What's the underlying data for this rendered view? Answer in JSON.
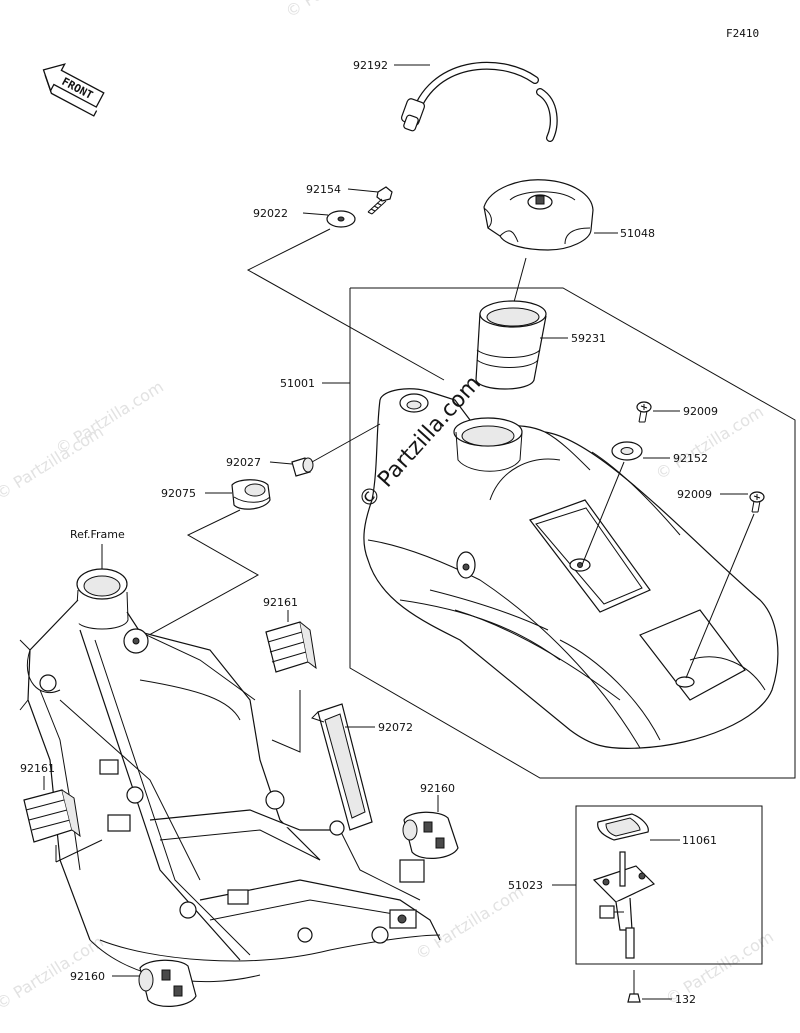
{
  "figure_id": "F2410",
  "front_label": "FRONT",
  "ref_frame_label": "Ref.Frame",
  "watermark": "© Partzilla.com",
  "parts": {
    "p92192": "92192",
    "p92154": "92154",
    "p92022": "92022",
    "p51048": "51048",
    "p59231": "59231",
    "p51001": "51001",
    "p92009a": "92009",
    "p92152": "92152",
    "p92009b": "92009",
    "p92027": "92027",
    "p92075": "92075",
    "p92161a": "92161",
    "p92072": "92072",
    "p92161b": "92161",
    "p92160a": "92160",
    "p11061": "11061",
    "p51023": "51023",
    "p92160b": "92160",
    "p132": "132"
  }
}
